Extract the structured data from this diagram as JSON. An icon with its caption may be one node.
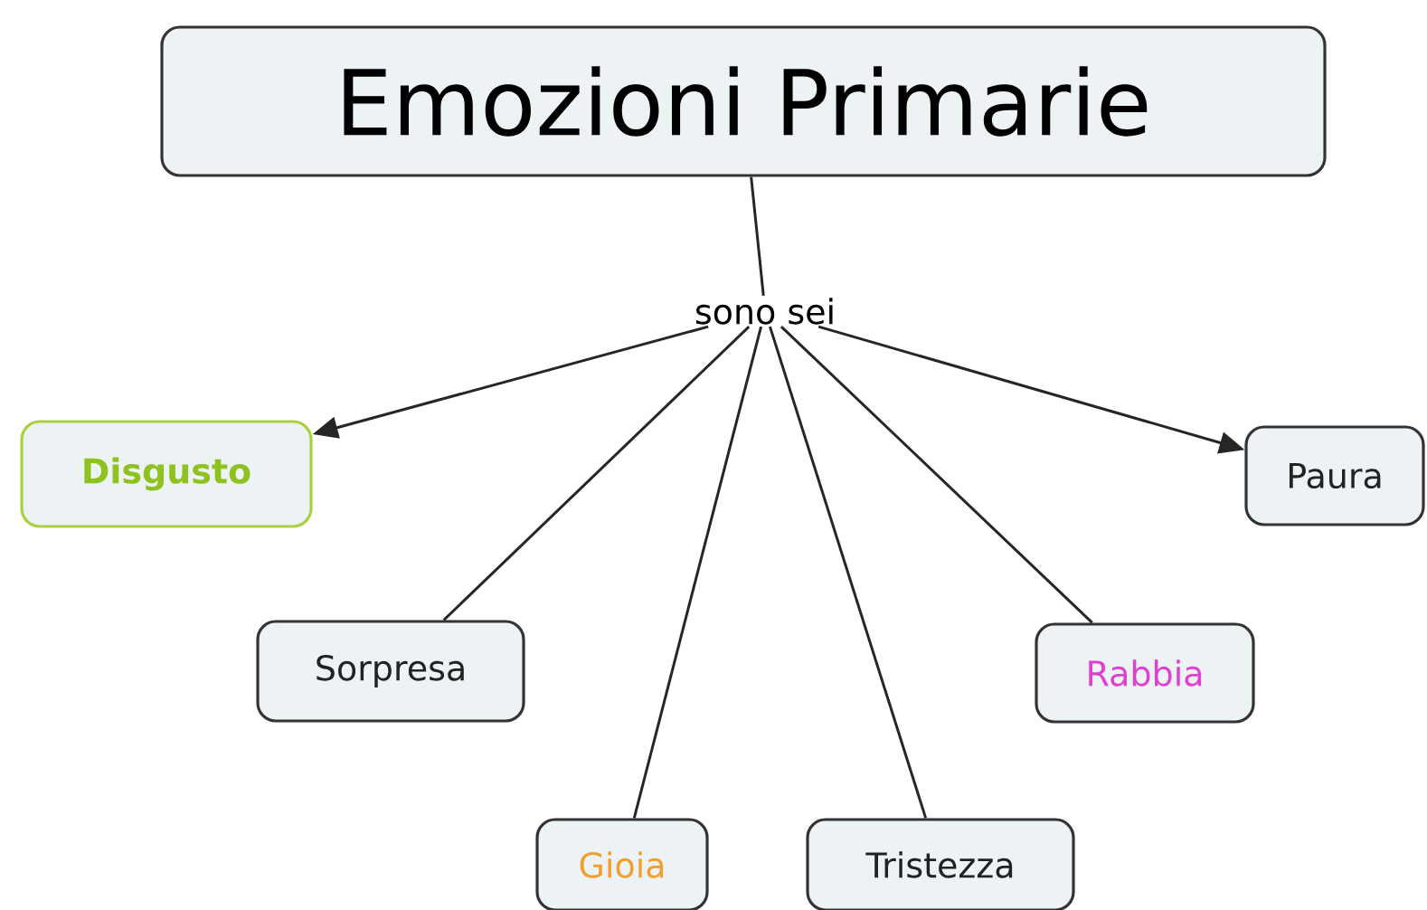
{
  "diagram": {
    "nodes": [
      {
        "text": [
          "Emozioni Primarie"
        ]
      },
      {
        "text": [
          "sono sei"
        ]
      },
      {
        "text": [
          "Disgusto"
        ]
      },
      {
        "text": [
          "Paura"
        ]
      },
      {
        "text": [
          "Sorpresa"
        ]
      },
      {
        "text": [
          "Rabbia"
        ]
      },
      {
        "text": [
          "Gioia"
        ]
      },
      {
        "text": [
          "Tristezza"
        ]
      }
    ],
    "edges": [
      {
        "from": 0,
        "to": 1,
        "arrow": "none"
      },
      {
        "from": 1,
        "to": 2,
        "arrow": "to"
      },
      {
        "from": 1,
        "to": 4,
        "arrow": "none"
      },
      {
        "from": 1,
        "to": 6,
        "arrow": "none"
      },
      {
        "from": 1,
        "to": 7,
        "arrow": "none"
      },
      {
        "from": 1,
        "to": 5,
        "arrow": "none"
      },
      {
        "from": 1,
        "to": 3,
        "arrow": "to"
      }
    ]
  }
}
